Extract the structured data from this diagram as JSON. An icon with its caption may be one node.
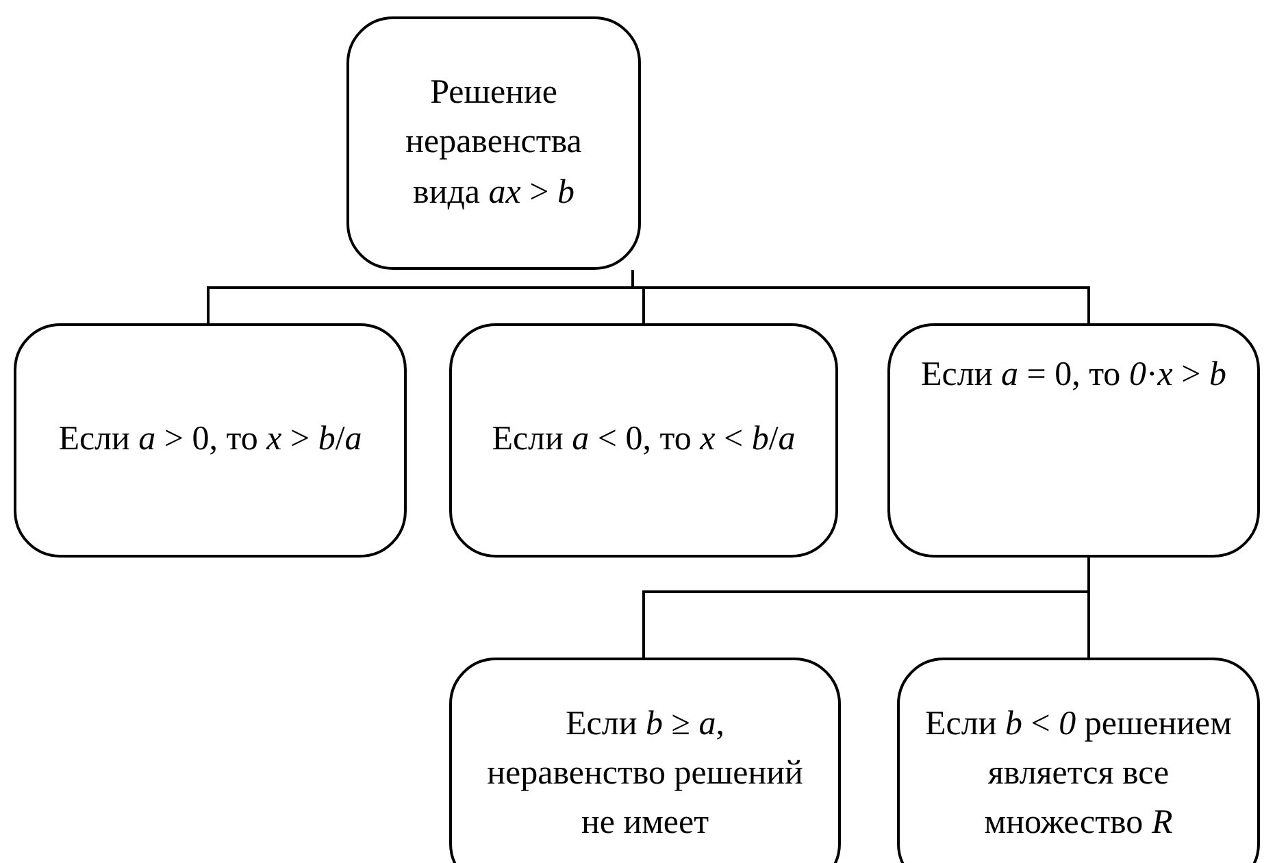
{
  "diagram": {
    "nodes": [
      {
        "text": [
          "Решение неравенства вида *ax* > *b*"
        ]
      },
      {
        "text": [
          "Если *a* > 0, то *x* > *b*/*a*"
        ]
      },
      {
        "text": [
          "Если *a* < 0, то *x* < *b*/*a*"
        ]
      },
      {
        "text": [
          "Если *a* = 0, то *0*·*x* > *b*"
        ]
      },
      {
        "text": [
          "Если *b* ≥ *a*, неравенство решений не имеет"
        ]
      },
      {
        "text": [
          "Если *b* < *0* решением является все множество *R*"
        ]
      }
    ],
    "edges": [
      {
        "from": 0,
        "to": 1,
        "arrow": "none"
      },
      {
        "from": 0,
        "to": 2,
        "arrow": "none"
      },
      {
        "from": 0,
        "to": 3,
        "arrow": "none"
      },
      {
        "from": 3,
        "to": 4,
        "arrow": "none"
      },
      {
        "from": 3,
        "to": 5,
        "arrow": "none"
      }
    ]
  }
}
